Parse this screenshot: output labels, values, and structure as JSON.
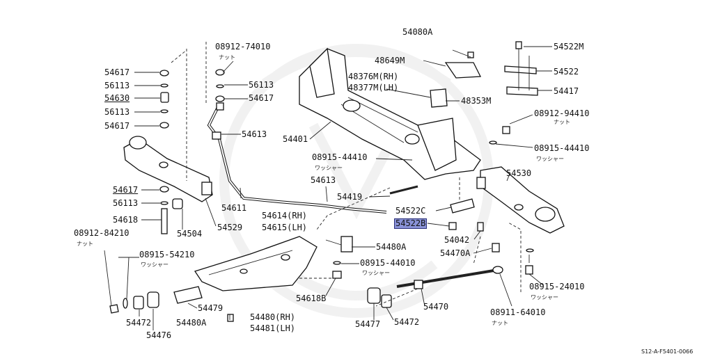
{
  "diagram_code": "S12-A-F5401-0066",
  "katakana": {
    "nut": "ナット",
    "washer": "ワッシャー"
  },
  "labels": {
    "p54080A": "54080A",
    "p54522M": "54522M",
    "p48649M": "48649M",
    "p54522": "54522",
    "p48376M": "48376M(RH)",
    "p48377M": "48377M(LH)",
    "p54417": "54417",
    "p48353M": "48353M",
    "p08912_94410": "08912-94410",
    "p08915_44410_r": "08915-44410",
    "p54401": "54401",
    "p08915_44410": "08915-44410",
    "p54530": "54530",
    "p54613_b": "54613",
    "p54419": "54419",
    "p08912_74010": "08912-74010",
    "p54617_a": "54617",
    "p56113_a": "56113",
    "p54630": "54630",
    "p56113_b": "56113",
    "p54617_b": "54617",
    "p56113_c": "56113",
    "p54617_c": "54617",
    "p54613_a": "54613",
    "p54611": "54611",
    "p54617_d": "54617",
    "p56113_d": "56113",
    "p54618": "54618",
    "p54504": "54504",
    "p54529": "54529",
    "p08912_84210": "08912-84210",
    "p08915_54210": "08915-54210",
    "p54614": "54614(RH)",
    "p54615": "54615(LH)",
    "p54522C": "54522C",
    "p54522B": "54522B",
    "p54042": "54042",
    "p54480A_r": "54480A",
    "p08915_44010": "08915-44010",
    "p54470A": "54470A",
    "p08915_24010": "08915-24010",
    "p54618B": "54618B",
    "p54470": "54470",
    "p08911_64010": "08911-64010",
    "p54479": "54479",
    "p54472_l": "54472",
    "p54476": "54476",
    "p54480A_l": "54480A",
    "p54480": "54480(RH)",
    "p54481": "54481(LH)",
    "p54477": "54477",
    "p54472_r": "54472"
  },
  "colors": {
    "highlight": "#8a93d8",
    "line": "#222222"
  }
}
